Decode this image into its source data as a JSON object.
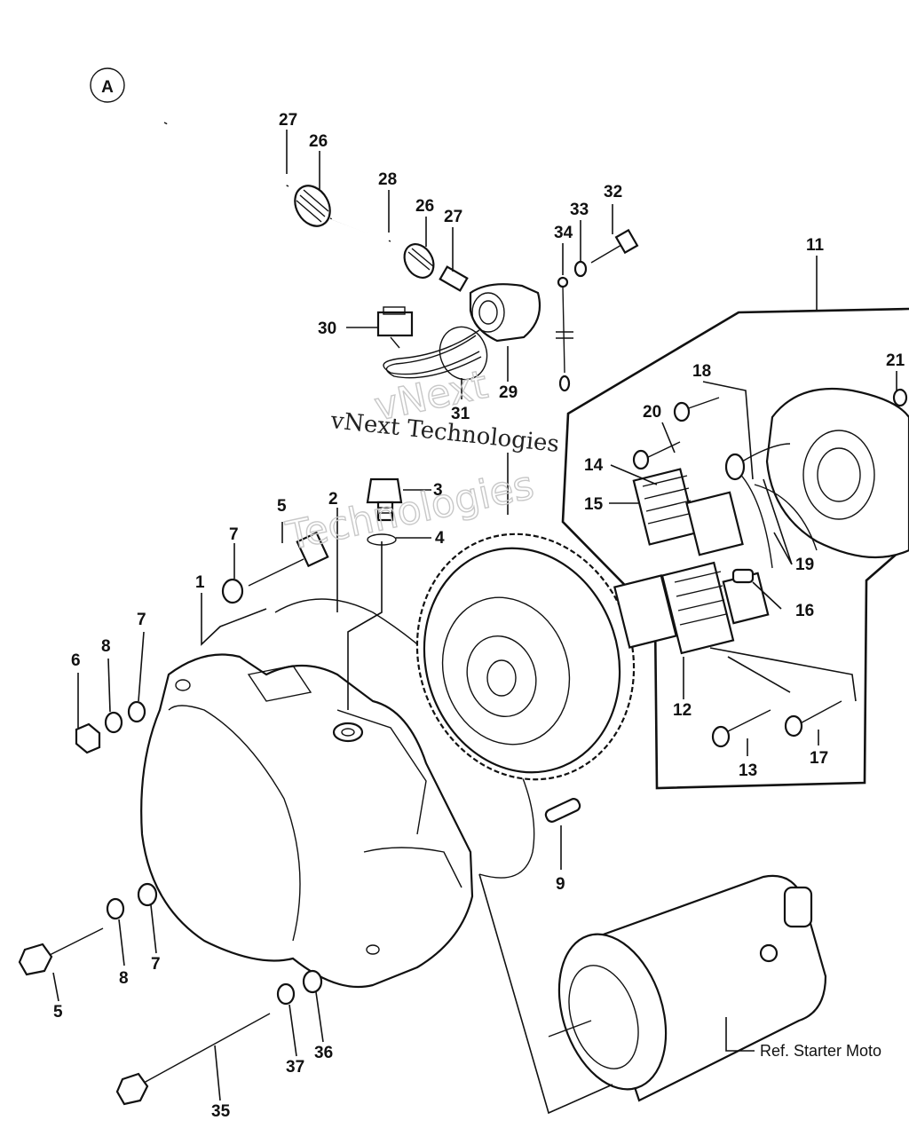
{
  "view_marker": "A",
  "callouts": [
    {
      "id": "c27a",
      "text": "27"
    },
    {
      "id": "c26a",
      "text": "26"
    },
    {
      "id": "c28",
      "text": "28"
    },
    {
      "id": "c26b",
      "text": "26"
    },
    {
      "id": "c27b",
      "text": "27"
    },
    {
      "id": "c32",
      "text": "32"
    },
    {
      "id": "c33",
      "text": "33"
    },
    {
      "id": "c34",
      "text": "34"
    },
    {
      "id": "c30",
      "text": "30"
    },
    {
      "id": "c31",
      "text": "31"
    },
    {
      "id": "c29",
      "text": "29"
    },
    {
      "id": "c11",
      "text": "11"
    },
    {
      "id": "c21",
      "text": "21"
    },
    {
      "id": "c18",
      "text": "18"
    },
    {
      "id": "c20",
      "text": "20"
    },
    {
      "id": "c14",
      "text": "14"
    },
    {
      "id": "c15",
      "text": "15"
    },
    {
      "id": "c19",
      "text": "19"
    },
    {
      "id": "c16",
      "text": "16"
    },
    {
      "id": "c12",
      "text": "12"
    },
    {
      "id": "c13",
      "text": "13"
    },
    {
      "id": "c17",
      "text": "17"
    },
    {
      "id": "c3",
      "text": "3"
    },
    {
      "id": "c4",
      "text": "4"
    },
    {
      "id": "c2",
      "text": "2"
    },
    {
      "id": "c5a",
      "text": "5"
    },
    {
      "id": "c7a",
      "text": "7"
    },
    {
      "id": "c1",
      "text": "1"
    },
    {
      "id": "c6",
      "text": "6"
    },
    {
      "id": "c8a",
      "text": "8"
    },
    {
      "id": "c7b",
      "text": "7"
    },
    {
      "id": "c9",
      "text": "9"
    },
    {
      "id": "c8b",
      "text": "8"
    },
    {
      "id": "c7c",
      "text": "7"
    },
    {
      "id": "c5b",
      "text": "5"
    },
    {
      "id": "c37",
      "text": "37"
    },
    {
      "id": "c36",
      "text": "36"
    },
    {
      "id": "c35",
      "text": "35"
    }
  ],
  "reference_label": "Ref. Starter Moto",
  "watermark": {
    "line1": "vNext Technologies",
    "line2": "vNext",
    "line3": "Technologies"
  }
}
